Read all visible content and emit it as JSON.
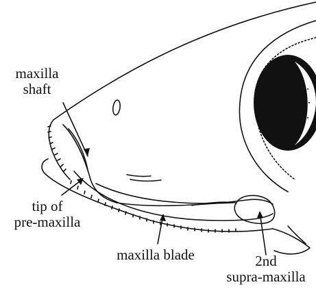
{
  "labels": {
    "maxilla_shaft": [
      "maxilla",
      "shaft"
    ],
    "tip_of_premaxilla": [
      "tip  of",
      "pre-maxilla"
    ],
    "maxilla_blade": [
      "maxilla blade"
    ],
    "second_supramaxilla": [
      "2nd",
      "supra-maxilla"
    ]
  },
  "colors": {
    "ink": "#111111",
    "background": "#ffffff"
  }
}
